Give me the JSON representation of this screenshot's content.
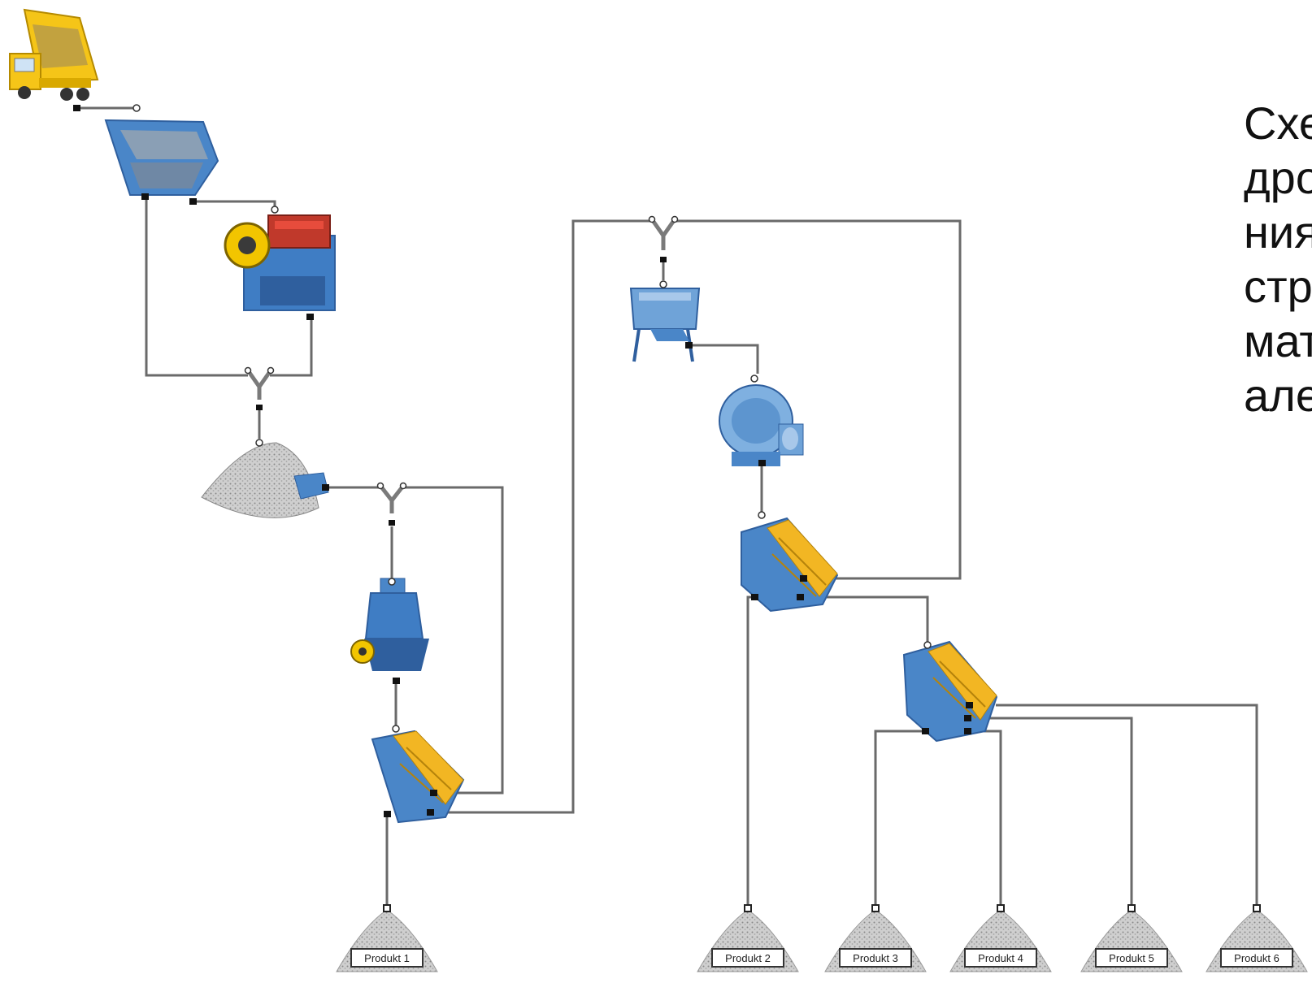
{
  "caption": {
    "lines": [
      "Схе",
      "дро",
      "ния",
      "стр",
      "мат",
      "але"
    ]
  },
  "products": [
    {
      "label": "Produkt 1"
    },
    {
      "label": "Produkt 2"
    },
    {
      "label": "Produkt 3"
    },
    {
      "label": "Produkt 4"
    },
    {
      "label": "Produkt 5"
    },
    {
      "label": "Produkt 6"
    }
  ],
  "colors": {
    "machine_blue": "#4a86c8",
    "machine_dark_blue": "#2f5f9e",
    "screen_yellow": "#f2b623",
    "truck_yellow": "#f5c518",
    "pile_gray": "#bdbdbd",
    "line_gray": "#666666",
    "connector_black": "#111111"
  },
  "icons": [
    "dump-truck-icon",
    "feeder-icon",
    "jaw-crusher-icon",
    "stockpile-icon",
    "cone-crusher-icon",
    "screen-icon",
    "hopper-icon",
    "impact-crusher-icon",
    "product-pile-icon",
    "splitter-icon"
  ]
}
